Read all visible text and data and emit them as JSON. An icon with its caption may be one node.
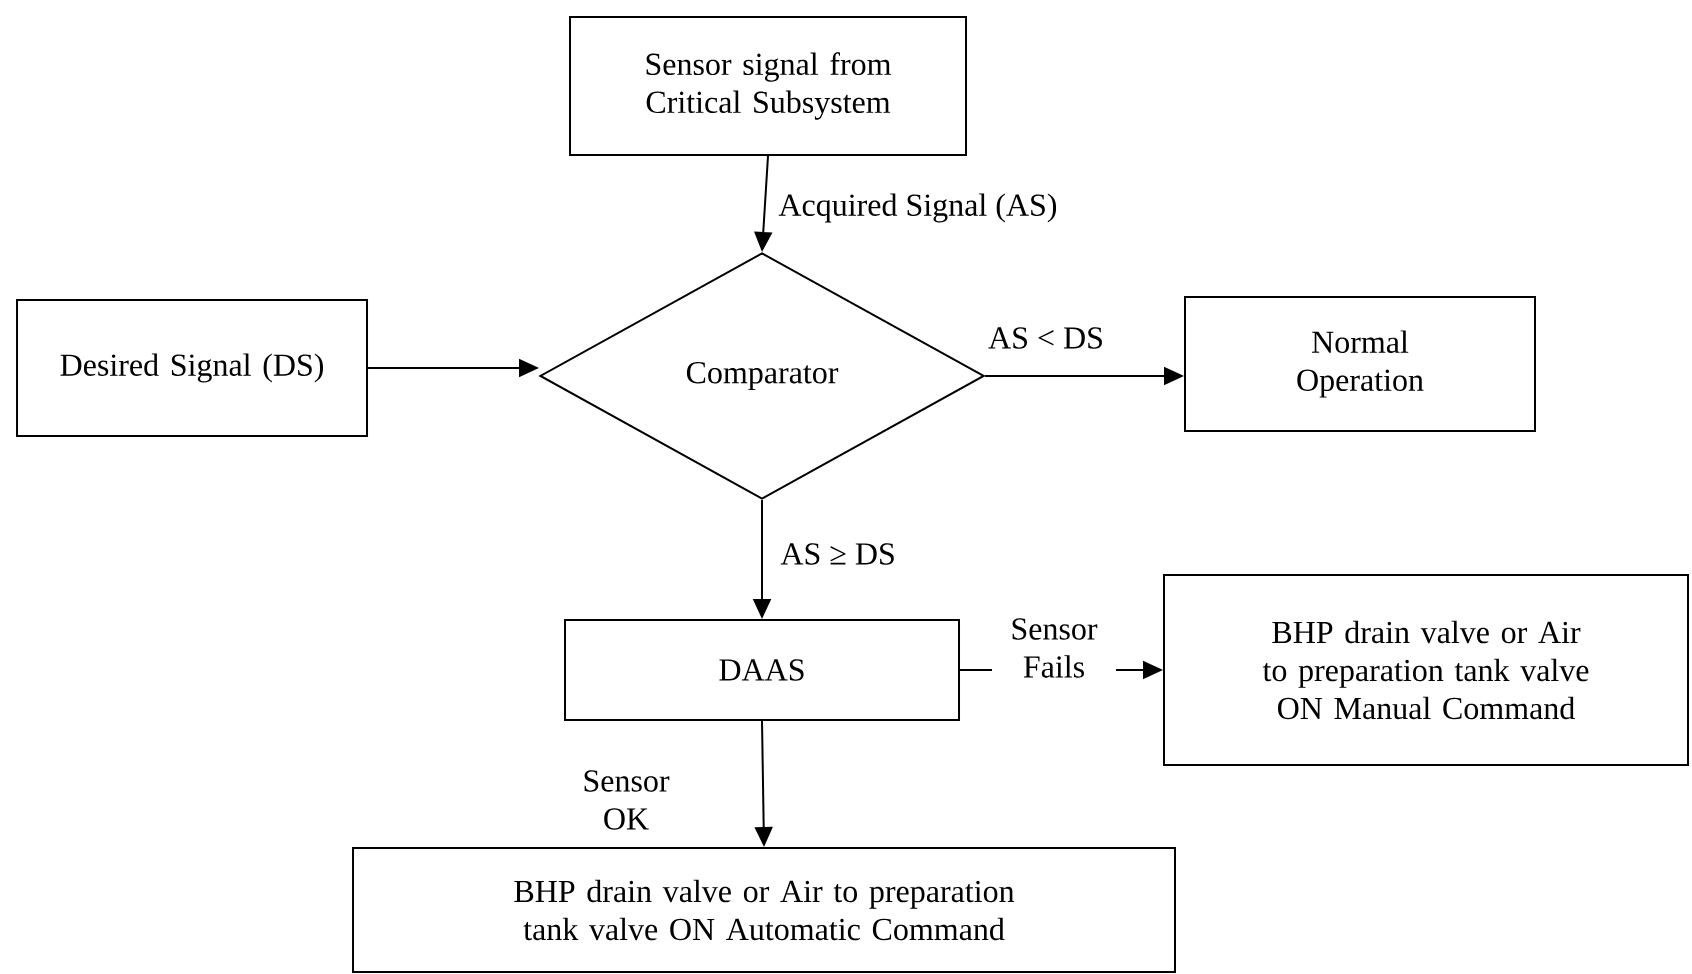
{
  "diagram": {
    "nodes": [
      {
        "text": [
          "Sensor signal from Critical Subsystem"
        ]
      },
      {
        "text": [
          "Desired Signal (DS)"
        ]
      },
      {
        "text": [
          "Comparator"
        ]
      },
      {
        "text": [
          "Normal Operation"
        ]
      },
      {
        "text": [
          "DAAS"
        ]
      },
      {
        "text": [
          "BHP drain valve or Air to preparation tank valve ON Manual Command"
        ]
      },
      {
        "text": [
          "BHP drain valve or Air to preparation tank valve ON Automatic Command"
        ]
      }
    ],
    "edges": [
      {
        "from": 0,
        "to": 2,
        "arrow": "to",
        "label": "Acquired Signal (AS)"
      },
      {
        "from": 1,
        "to": 2,
        "arrow": "to"
      },
      {
        "from": 2,
        "to": 3,
        "arrow": "to",
        "label": "AS < DS"
      },
      {
        "from": 2,
        "to": 4,
        "arrow": "to",
        "label": "AS ≥ DS"
      },
      {
        "from": 4,
        "to": 5,
        "arrow": "to",
        "label": "Sensor Fails"
      },
      {
        "from": 4,
        "to": 6,
        "arrow": "to",
        "label": "Sensor OK"
      }
    ]
  }
}
